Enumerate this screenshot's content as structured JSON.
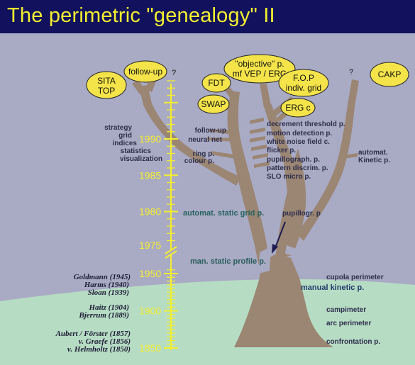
{
  "title": "The perimetric \"genealogy\" II",
  "colors": {
    "titlebar": "#11115e",
    "title_text": "#f3ef2e",
    "sky": "#a9aac4",
    "ground": "#b6dcc4",
    "tree": "#9b8674",
    "timeline": "#f3ef2e",
    "bubble_fill": "#f4e44a"
  },
  "timeline": {
    "years": [
      "1990",
      "1985",
      "1980",
      "1975",
      "1950",
      "1900",
      "1850"
    ]
  },
  "bubbles": {
    "sita_top": [
      "SITA",
      "TOP"
    ],
    "follow_up": [
      "follow-up"
    ],
    "fdt": [
      "FDT"
    ],
    "objective": [
      "\"objective\" p.",
      "mf VEP / ERG"
    ],
    "fop": [
      "F.O.P",
      "indiv. grid"
    ],
    "swap": [
      "SWAP"
    ],
    "erg_c": [
      "ERG c"
    ],
    "ckap": [
      "CAKP"
    ]
  },
  "question_marks": [
    "?",
    "?"
  ],
  "left_labels": [
    "strategy",
    "grid",
    "indices",
    "statistics",
    "visualization"
  ],
  "branch_labels": {
    "follow_up": "follow-up",
    "neural_net": "neural net",
    "ring": "ring p.",
    "colour": "colour p.",
    "automat_kinetic": [
      "automat.",
      "Kinetic p."
    ]
  },
  "right_branch_labels": [
    "decrement threshold p.",
    "motion detection p.",
    "white noise field c.",
    "flicker p.",
    "pupillograph. p.",
    "pattern discrim. p.",
    "SLO micro p."
  ],
  "mid_labels": {
    "automat_static": "automat. static grid p.",
    "pupillogr": "pupillogr. p",
    "man_static": "man. static profile p.",
    "manual_kinetic": "manual kinetic p."
  },
  "root_labels": {
    "cupola": "cupola perimeter",
    "campimeter": "campimeter",
    "arc": "arc perimeter",
    "confrontation": "confrontation p."
  },
  "history_labels": [
    "Goldmann (1945)",
    "Harms (1940)",
    "Sloan (1939)",
    "Haitz (1904)",
    "Bjerrum (1889)",
    "Aubert / Förster (1857)",
    "v. Graefe (1856)",
    "v. Helmholtz (1850)"
  ]
}
